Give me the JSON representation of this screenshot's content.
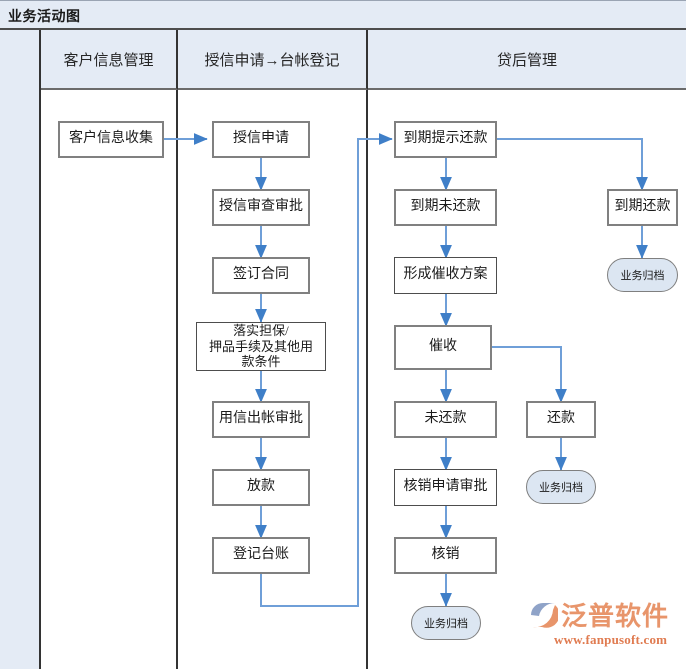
{
  "title": "业务活动图",
  "columns": [
    {
      "id": "col-customer-info",
      "label": "客户信息管理"
    },
    {
      "id": "col-credit-application",
      "label": "授信申请→台帐登记"
    },
    {
      "id": "col-post-loan",
      "label": "贷后管理"
    }
  ],
  "nodes": {
    "n1": {
      "label": "客户信息收集"
    },
    "n2": {
      "label": "授信申请"
    },
    "n3": {
      "label": "授信审查审批"
    },
    "n4": {
      "label": "签订合同"
    },
    "n5": {
      "label": "落实担保/\n押品手续及其他用\n款条件"
    },
    "n6": {
      "label": "用信出帐审批"
    },
    "n7": {
      "label": "放款"
    },
    "n8": {
      "label": "登记台账"
    },
    "n9": {
      "label": "到期提示还款"
    },
    "n10": {
      "label": "到期未还款"
    },
    "n11": {
      "label": "形成催收方案"
    },
    "n12": {
      "label": "催收"
    },
    "n13": {
      "label": "未还款"
    },
    "n14": {
      "label": "核销申请审批"
    },
    "n15": {
      "label": "核销"
    },
    "n16": {
      "label": "到期还款"
    },
    "n17": {
      "label": "还款"
    },
    "t1": {
      "label": "业务归档"
    },
    "t2": {
      "label": "业务归档"
    },
    "t3": {
      "label": "业务归档"
    }
  },
  "watermark": {
    "name": "泛普软件",
    "url": "www.fanpusoft.com"
  },
  "colors": {
    "header_bg": "#e4ebf5",
    "connector": "#6f9fd8",
    "node_border": "#808080",
    "terminator_fill": "#dce6f2",
    "brand": "#e8956b"
  }
}
